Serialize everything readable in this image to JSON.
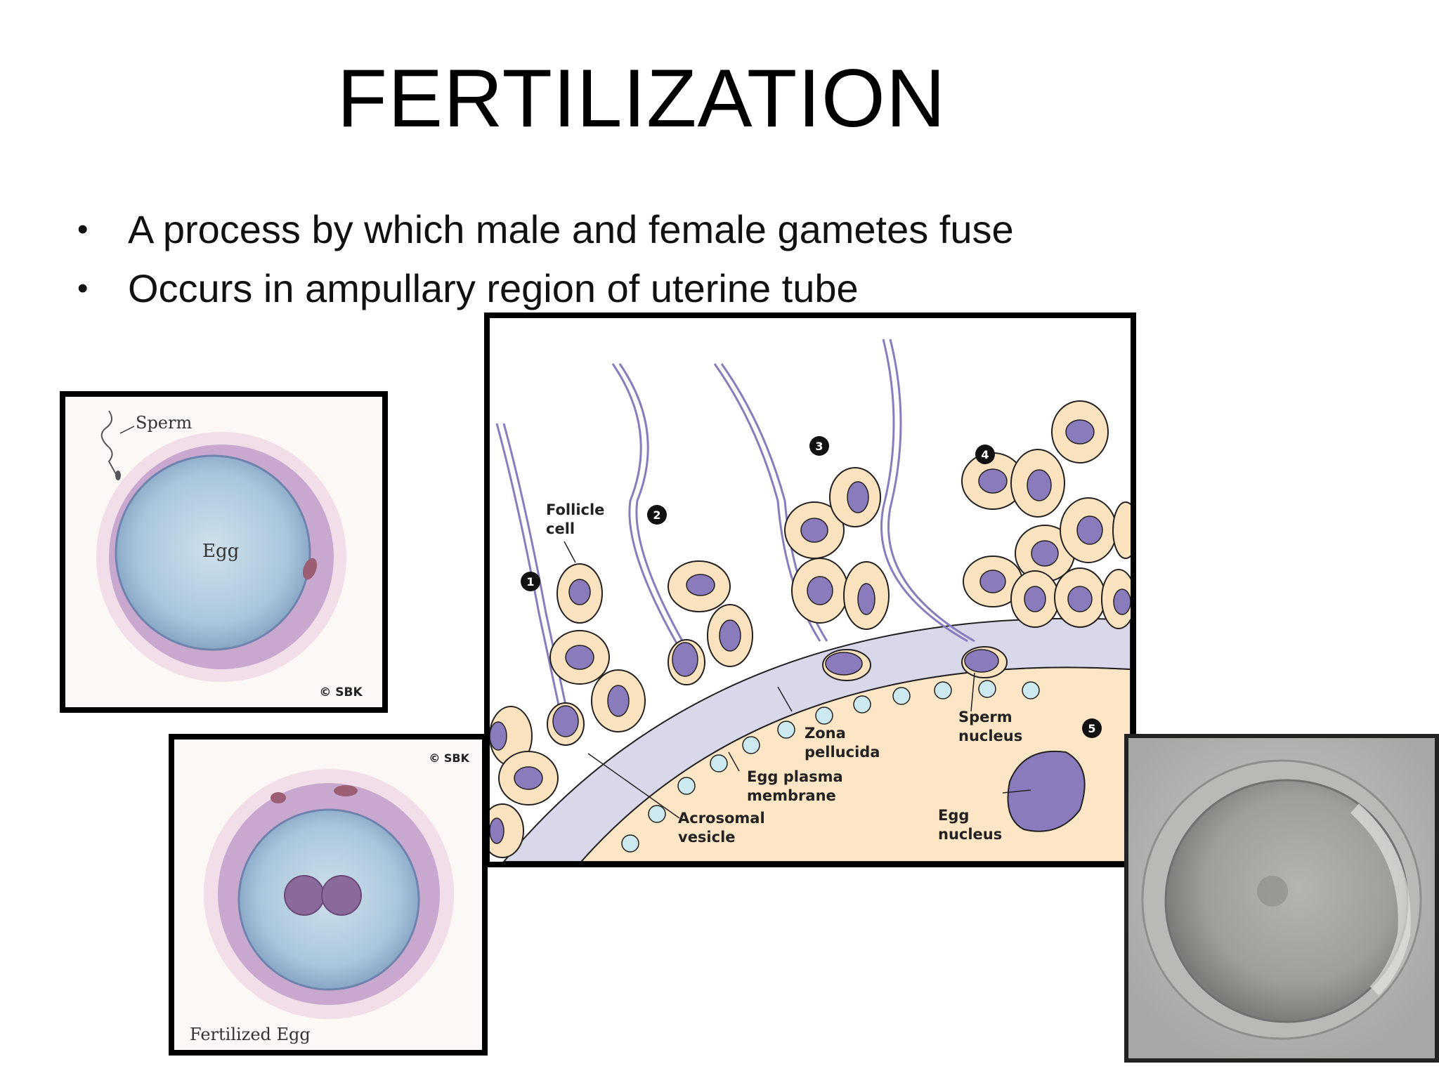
{
  "slide": {
    "title": "FERTILIZATION",
    "bullets": [
      "A process by which male and female gametes fuse",
      "Occurs in ampullary region of uterine tube"
    ]
  },
  "egg_illustration": {
    "sperm_label": "Sperm",
    "egg_label": "Egg",
    "copyright": "© SBK"
  },
  "fertilized_egg_illustration": {
    "copyright": "© SBK",
    "caption": "Fertilized Egg"
  },
  "diagram": {
    "step_numbers": [
      "1",
      "2",
      "3",
      "4",
      "5"
    ],
    "labels": {
      "follicle_cell": [
        "Follicle",
        "cell"
      ],
      "zona_pellucida": [
        "Zona",
        "pellucida"
      ],
      "egg_plasma_membrane": [
        "Egg plasma",
        "membrane"
      ],
      "acrosomal_vesicle": [
        "Acrosomal",
        "vesicle"
      ],
      "sperm_nucleus": [
        "Sperm",
        "nucleus"
      ],
      "egg_nucleus": [
        "Egg",
        "nucleus"
      ]
    }
  },
  "colors": {
    "follicle_cell": "#fce3bf",
    "nucleus": "#8a7bbd",
    "zona": "#d9d7ea",
    "cytoplasm": "#fde6c6",
    "egg_blue": "#a9c6dc"
  }
}
